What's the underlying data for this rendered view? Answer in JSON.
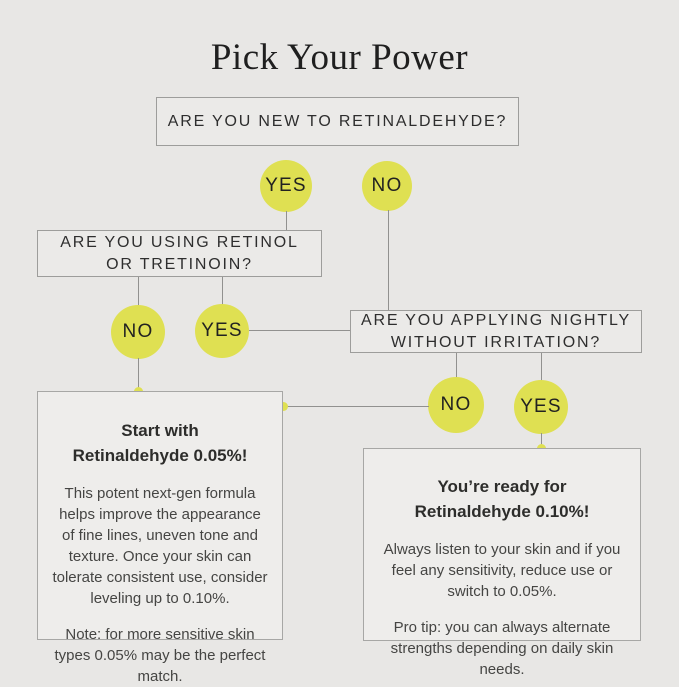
{
  "title": "Pick Your Power",
  "colors": {
    "background": "#e8e7e5",
    "circle_fill": "#dfe052",
    "connector_line": "#91918f",
    "box_border": "#9d9d9b",
    "result_box_fill": "#eeedeb",
    "text": "#2e2e2e"
  },
  "flow": {
    "question1": {
      "label": "ARE YOU NEW TO RETINALDEHYDE?",
      "yes": "YES",
      "no": "NO"
    },
    "question2": {
      "line1": "ARE YOU USING RETINOL",
      "line2": "OR TRETINOIN?",
      "no": "NO",
      "yes": "YES"
    },
    "question3": {
      "line1": "ARE YOU APPLYING NIGHTLY",
      "line2": "WITHOUT IRRITATION?",
      "no": "NO",
      "yes": "YES"
    },
    "result_left": {
      "heading_line1": "Start with",
      "heading_line2": "Retinaldehyde 0.05%!",
      "para1": "This potent next-gen formula helps improve the appearance of fine lines, uneven tone and texture. Once your skin can tolerate consistent use, consider leveling up to 0.10%.",
      "para2": "Note: for more sensitive skin types 0.05% may be the perfect match."
    },
    "result_right": {
      "heading_line1": "You’re ready for",
      "heading_line2": "Retinaldehyde 0.10%!",
      "para1": "Always listen to your skin and if you feel any sensitivity, reduce use or switch to 0.05%.",
      "para2": "Pro tip: you can always alternate strengths depending on daily skin needs."
    }
  }
}
